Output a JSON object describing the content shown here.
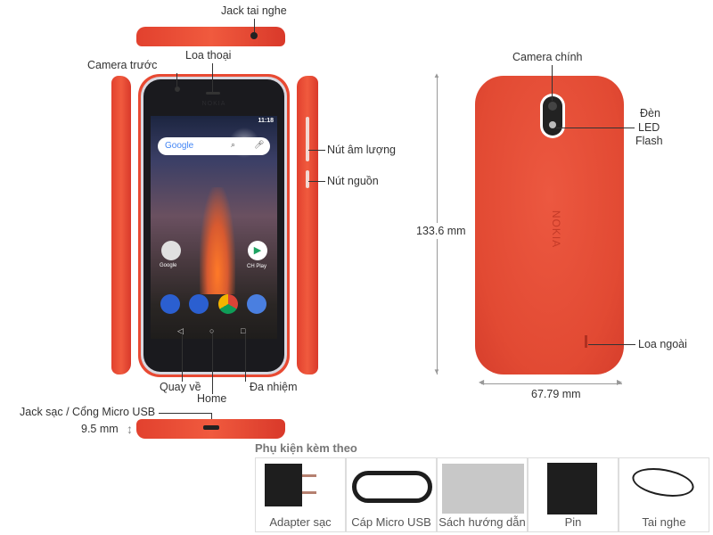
{
  "labels": {
    "headphone_jack": "Jack tai nghe",
    "front_camera": "Camera trước",
    "earpiece": "Loa thoại",
    "volume_buttons": "Nút âm lượng",
    "power_button": "Nút nguồn",
    "back": "Quay về",
    "home": "Home",
    "multitask": "Đa nhiệm",
    "charging_port": "Jack sạc / Cổng Micro USB",
    "thickness": "9.5 mm",
    "main_camera": "Camera chính",
    "flash_line1": "Đèn",
    "flash_line2": "LED",
    "flash_line3": "Flash",
    "height": "133.6 mm",
    "width": "67.79 mm",
    "loudspeaker": "Loa ngoài"
  },
  "screen": {
    "time": "11:18",
    "search_logo": "Google",
    "folder_label": "Google",
    "play_label": "CH Play",
    "brand": "NOKIA"
  },
  "accessories": {
    "title": "Phụ kiện kèm theo",
    "items": [
      "Adapter sạc",
      "Cáp Micro USB",
      "Sách hướng dẫn",
      "Pin",
      "Tai nghe"
    ]
  },
  "colors": {
    "phone_body": "#e84a33",
    "screen_bezel": "#1a1a1e"
  }
}
